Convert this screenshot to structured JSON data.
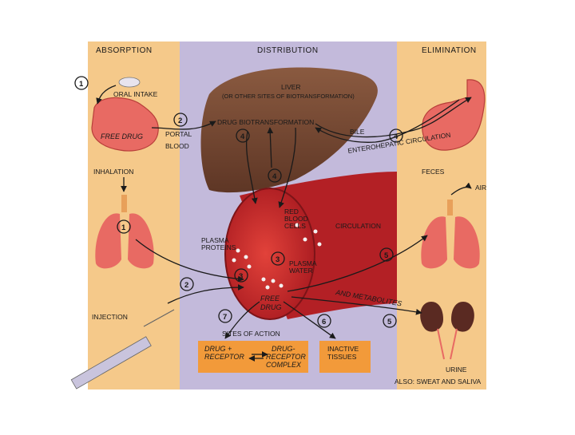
{
  "headers": {
    "absorption": "ABSORPTION",
    "distribution": "DISTRIBUTION",
    "elimination": "ELIMINATION"
  },
  "labels": {
    "oral_intake": "ORAL INTAKE",
    "free_drug_gut": "FREE DRUG",
    "portal": "PORTAL",
    "blood": "BLOOD",
    "inhalation": "INHALATION",
    "injection": "INJECTION",
    "liver": "LIVER",
    "liver_sub": "(OR OTHER SITES OF BIOTRANSFORMATION)",
    "drug_biotransformation": "DRUG BIOTRANSFORMATION",
    "bile": "BILE",
    "enterohepatic": "ENTEROHEPATIC CIRCULATION",
    "feces": "FECES",
    "air": "AIR",
    "red_blood": "RED",
    "red_blood_2": "BLOOD",
    "red_blood_3": "CELLS",
    "circulation": "CIRCULATION",
    "plasma_proteins": "PLASMA",
    "plasma_proteins_2": "PROTEINS",
    "plasma_water": "PLASMA",
    "plasma_water_2": "WATER",
    "free_drug_center": "FREE",
    "free_drug_center_2": "DRUG",
    "and_metabolites": "AND METABOLITES",
    "sites_of_action": "SITES OF ACTION",
    "drug_receptor": "DRUG +",
    "drug_receptor_2": "RECEPTOR",
    "complex": "DRUG-",
    "complex_2": "RECEPTOR",
    "complex_3": "COMPLEX",
    "inactive": "INACTIVE",
    "inactive_2": "TISSUES",
    "urine": "URINE",
    "also": "ALSO: SWEAT AND SALIVA"
  },
  "numbers": {
    "n1_oral": "1",
    "n2_portal": "2",
    "n1_lung": "1",
    "n2_inj": "2",
    "n4_left": "4",
    "n4_mid": "4",
    "n4_bile": "4",
    "n3_a": "3",
    "n3_b": "3",
    "n5_lung": "5",
    "n5_kidney": "5",
    "n6": "6",
    "n7": "7"
  },
  "colors": {
    "side_panel": "#f5c98a",
    "center_panel": "#c3badb",
    "liver": "#7a4a35",
    "vessel": "#c8242a",
    "organ": "#e86a63",
    "box": "#f29a3a"
  }
}
